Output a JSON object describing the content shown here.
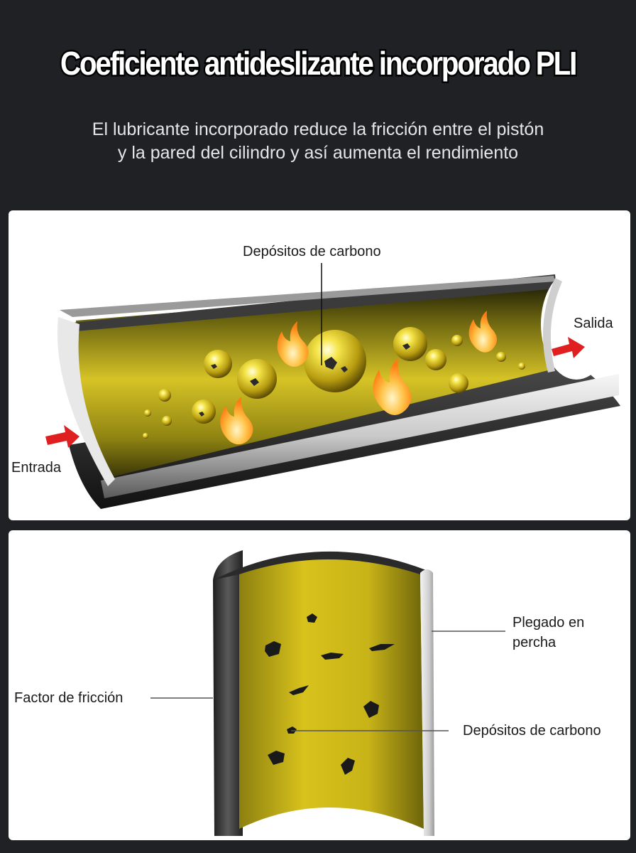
{
  "header": {
    "title": "Coeficiente antideslizante incorporado PLI",
    "subtitle_line1": "El lubricante incorporado reduce la fricción entre el pistón",
    "subtitle_line2": "y la pared del cilindro y así aumenta el rendimiento"
  },
  "pipe_diagram": {
    "label_deposits": "Depósitos de carbono",
    "label_outlet": "Salida",
    "label_inlet": "Entrada"
  },
  "cylinder_diagram": {
    "label_friction": "Factor de fricción",
    "label_hanger_line1": "Plegado en",
    "label_hanger_line2": "percha",
    "label_deposits": "Depósitos de carbono"
  },
  "colors": {
    "background": "#1f2125",
    "oil_yellow": "#d8c21c",
    "oil_dark": "#2a2a08",
    "arrow_red": "#e02020",
    "flame_orange": "#ff8a1a"
  }
}
